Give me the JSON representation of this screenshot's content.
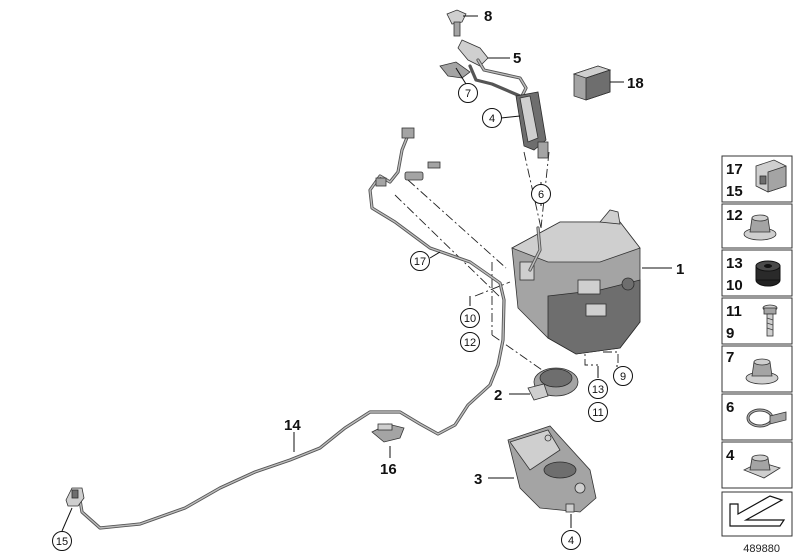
{
  "callouts": {
    "c1": "1",
    "c2": "2",
    "c3": "3",
    "c5": "5",
    "c8": "8",
    "c14": "14",
    "c16": "16",
    "c18": "18"
  },
  "circled": {
    "c4a": "4",
    "c4b": "4",
    "c6": "6",
    "c7": "7",
    "c9": "9",
    "c10": "10",
    "c11": "11",
    "c12": "12",
    "c13": "13",
    "c15": "15",
    "c17": "17"
  },
  "side_panel": {
    "p1_a": "17",
    "p1_b": "15",
    "p2_a": "12",
    "p3_a": "13",
    "p3_b": "10",
    "p4_a": "11",
    "p4_b": "9",
    "p5_a": "7",
    "p6_a": "6",
    "p7_a": "4"
  },
  "diagram_id": "489880",
  "icons": [
    "clip-icon",
    "nut-icon",
    "grommet-icon",
    "screw-icon",
    "spring-nut-icon",
    "hose-clamp-icon",
    "square-nut-icon",
    "arrow-icon"
  ]
}
